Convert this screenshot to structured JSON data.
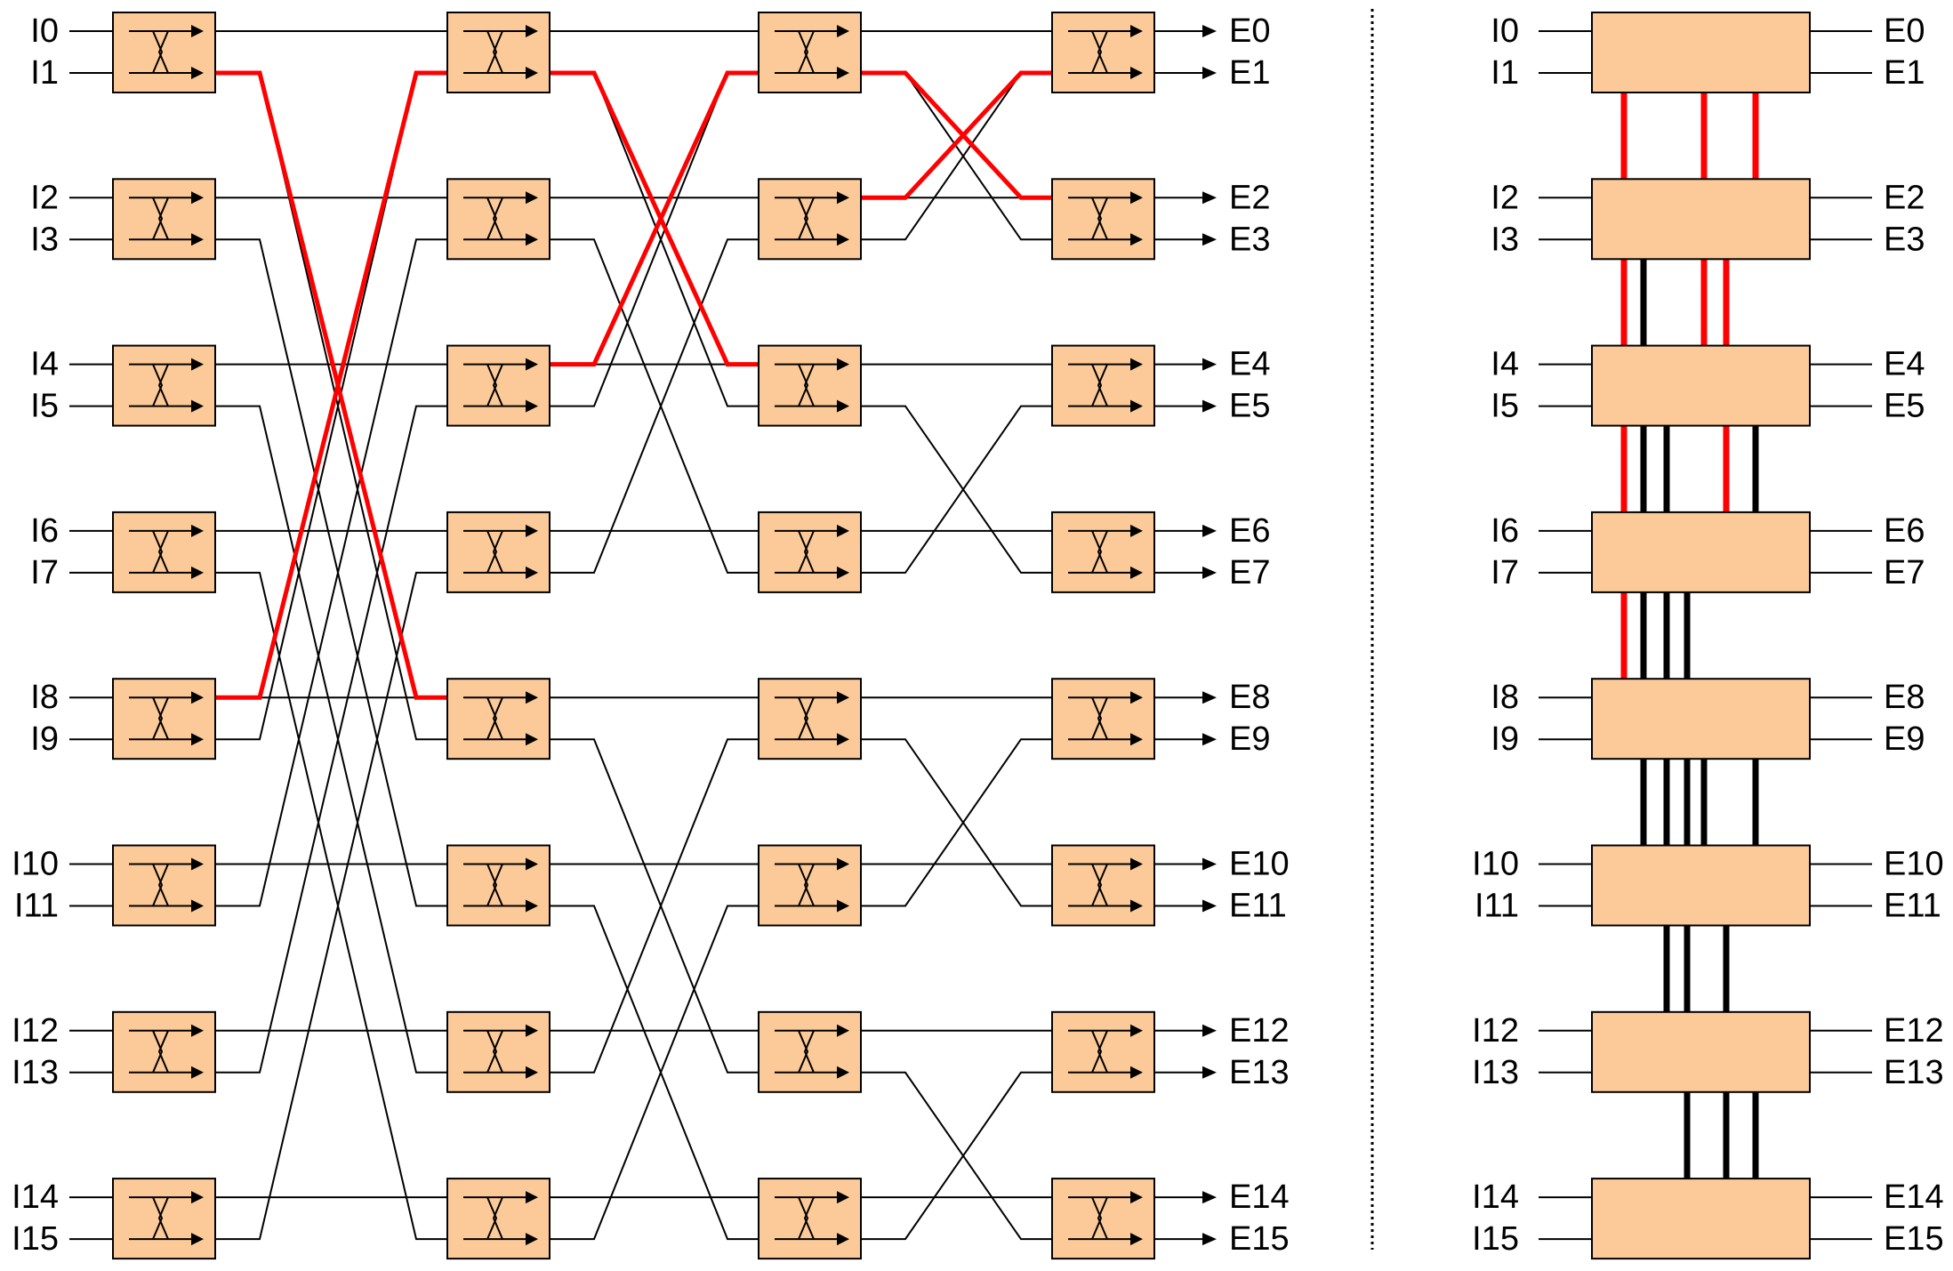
{
  "network": {
    "inputs": [
      "I0",
      "I1",
      "I2",
      "I3",
      "I4",
      "I5",
      "I6",
      "I7",
      "I8",
      "I9",
      "I10",
      "I11",
      "I12",
      "I13",
      "I14",
      "I15"
    ],
    "outputs": [
      "E0",
      "E1",
      "E2",
      "E3",
      "E4",
      "E5",
      "E6",
      "E7",
      "E8",
      "E9",
      "E10",
      "E11",
      "E12",
      "E13",
      "E14",
      "E15"
    ],
    "stages": 4,
    "switches_per_stage": 8
  },
  "equivalent": {
    "inputs": [
      "I0",
      "I1",
      "I2",
      "I3",
      "I4",
      "I5",
      "I6",
      "I7",
      "I8",
      "I9",
      "I10",
      "I11",
      "I12",
      "I13",
      "I14",
      "I15"
    ],
    "outputs": [
      "E0",
      "E1",
      "E2",
      "E3",
      "E4",
      "E5",
      "E6",
      "E7",
      "E8",
      "E9",
      "E10",
      "E11",
      "E12",
      "E13",
      "E14",
      "E15"
    ],
    "blocks": 8
  },
  "colors": {
    "switch_fill": "#fcca98",
    "highlight_path": "#ff0000",
    "wire": "#000000"
  }
}
